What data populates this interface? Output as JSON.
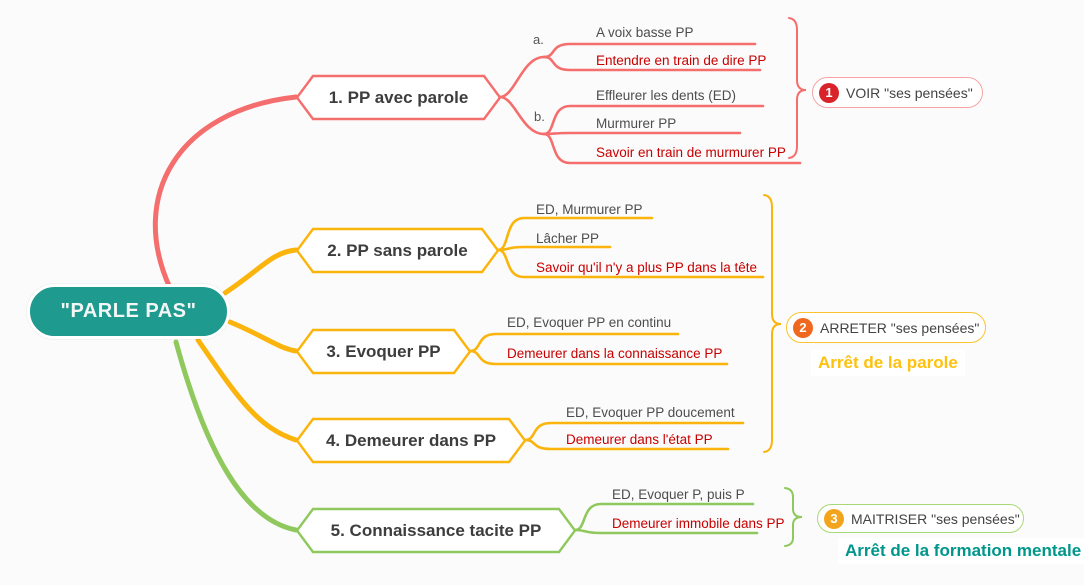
{
  "root": {
    "label": "\"PARLE PAS\""
  },
  "branches": [
    {
      "topic": "1. PP avec parole",
      "groups": [
        {
          "label": "a.",
          "leaves": [
            "A voix basse PP",
            "Entendre en train de dire PP"
          ]
        },
        {
          "label": "b.",
          "leaves": [
            "Effleurer les dents (ED)",
            "Murmurer PP",
            "Savoir en train de murmurer PP"
          ]
        }
      ]
    },
    {
      "topic": "2. PP sans parole",
      "leaves": [
        "ED, Murmurer PP",
        "Lâcher PP",
        "Savoir qu'il n'y a plus PP dans la tête"
      ]
    },
    {
      "topic": "3. Evoquer PP",
      "leaves": [
        "ED, Evoquer PP en continu",
        "Demeurer dans la connaissance PP"
      ]
    },
    {
      "topic": "4. Demeurer dans PP",
      "leaves": [
        "ED, Evoquer PP doucement",
        "Demeurer dans l'état PP"
      ]
    },
    {
      "topic": "5. Connaissance tacite PP",
      "leaves": [
        "ED, Evoquer P, puis P",
        "Demeurer immobile dans PP"
      ]
    }
  ],
  "summaries": [
    {
      "badge": "1",
      "label": "VOIR \"ses pensées\""
    },
    {
      "badge": "2",
      "label": "ARRETER \"ses pensées\"",
      "caption": "Arrêt de la parole"
    },
    {
      "badge": "3",
      "label": "MAITRISER \"ses pensées\"",
      "caption": "Arrêt de la formation mentale"
    }
  ],
  "colors": {
    "root_bg": "#1f9a8e",
    "branch1": "#f56e6e",
    "branch234": "#fbb40b",
    "branch5": "#8fc85c",
    "emphasis_text": "#c80000",
    "dark_text": "#3d3d3d",
    "badge1": "#d8232a",
    "badge2": "#f0671e",
    "badge3": "#f2a51c",
    "caption_parole": "#fec10d",
    "caption_mentale": "#00968b"
  }
}
